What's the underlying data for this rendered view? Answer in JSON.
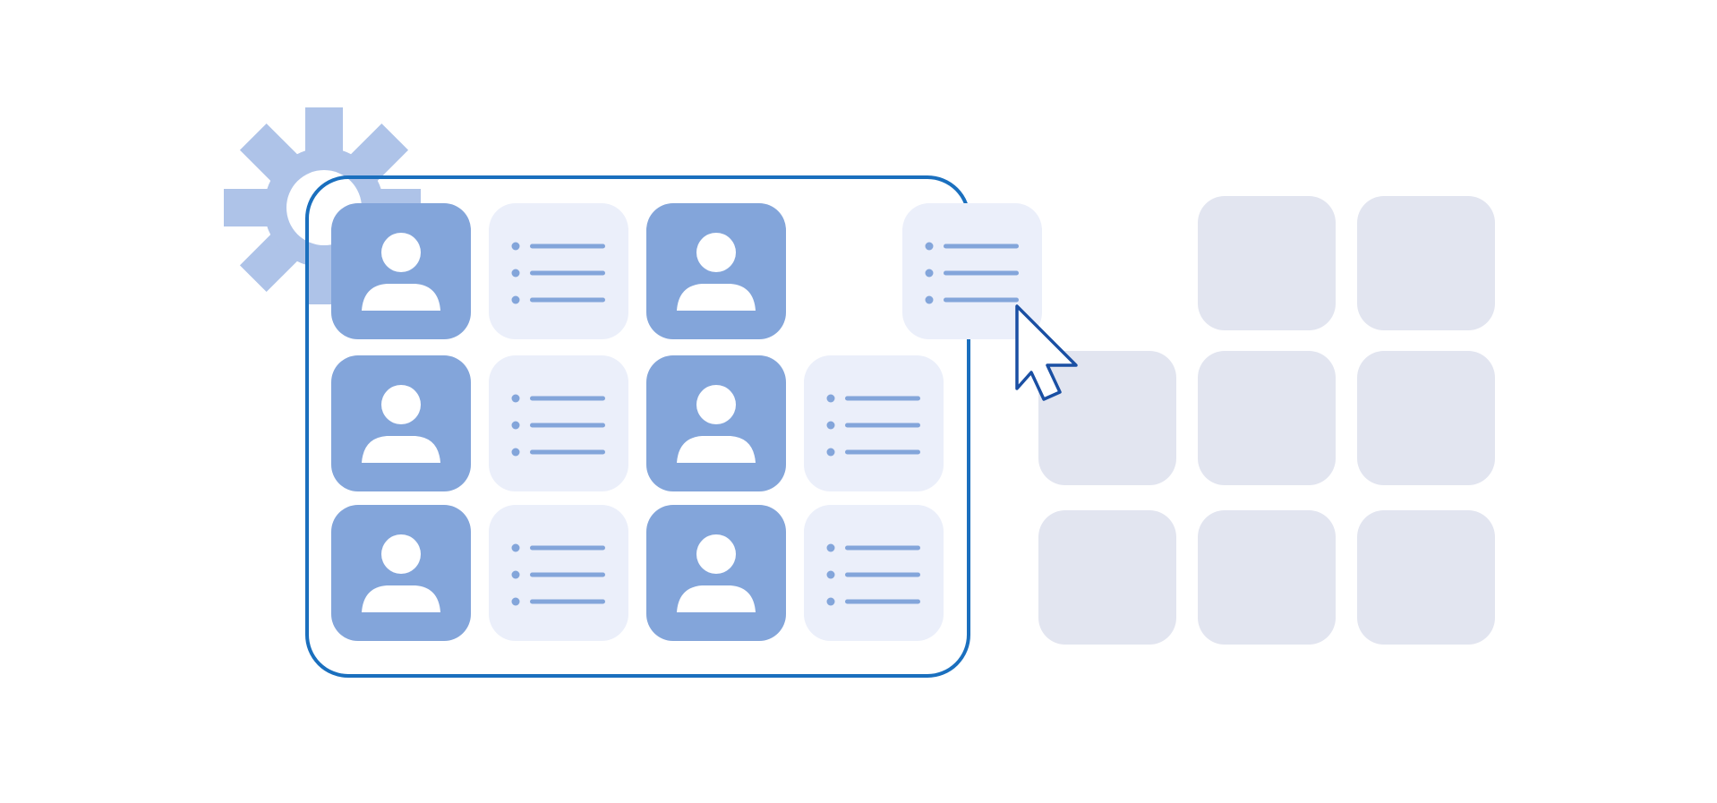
{
  "colors": {
    "profile": "#83a5da",
    "list": "#ebeffa",
    "list_line": "#83a5da",
    "ghost": "#e2e5f0",
    "frame": "#1a6fbe",
    "gear": "#aec3e8",
    "cursor_stroke": "#1a4fa3",
    "cursor_fill": "#ffffff",
    "avatar": "#ffffff"
  },
  "icons": {
    "gear": "gear-icon",
    "cursor": "mouse-cursor-icon",
    "profile": "user-profile-icon",
    "list": "bulleted-list-icon"
  },
  "selection_grid": {
    "rows": [
      [
        "profile",
        "list",
        "profile",
        "empty",
        "list"
      ],
      [
        "profile",
        "list",
        "profile",
        "list"
      ],
      [
        "profile",
        "list",
        "profile",
        "list"
      ]
    ]
  },
  "ghost_grid": {
    "rows": [
      [
        "empty",
        "ghost",
        "ghost"
      ],
      [
        "ghost",
        "ghost",
        "ghost"
      ],
      [
        "ghost",
        "ghost",
        "ghost"
      ]
    ]
  }
}
